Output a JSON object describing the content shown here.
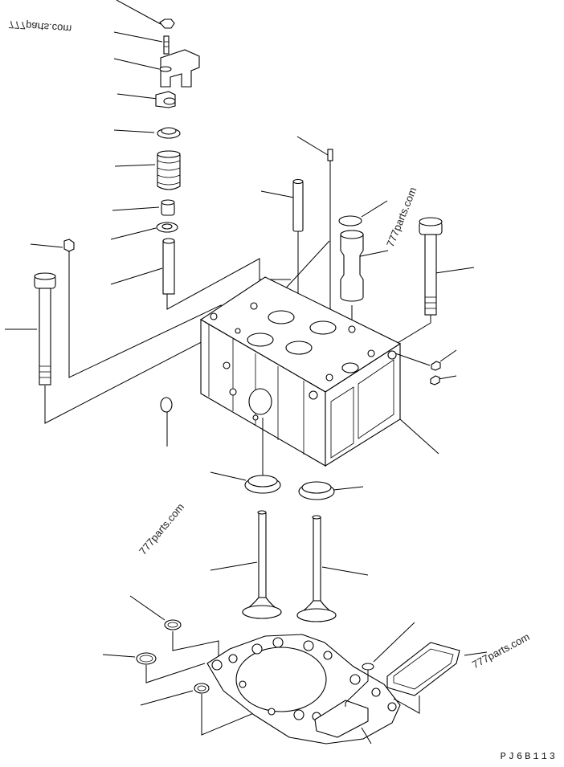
{
  "watermarks": {
    "top_left": "777parts.com",
    "top_right": "777parts.com",
    "middle_left": "777parts.com",
    "bottom_right": "777parts.com"
  },
  "drawing_code": "PJ6B113",
  "colors": {
    "line": "#000000",
    "background": "#ffffff"
  }
}
